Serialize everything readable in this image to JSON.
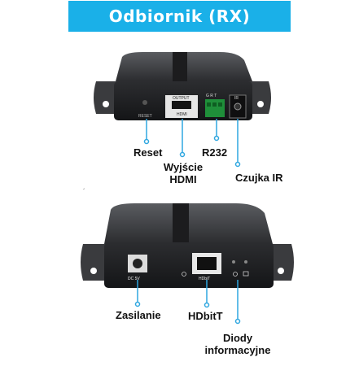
{
  "title": "Odbiornik (RX)",
  "accent_color": "#1ab0e8",
  "device_top": {
    "port_labels": {
      "reset": "RESET",
      "output": "OUTPUT",
      "hdmi": "HDMI",
      "ir": "IR",
      "grt": "G  R  T"
    },
    "callouts": {
      "reset": "Reset",
      "hdmi_out": "Wyjście HDMI",
      "rs232": "R232",
      "ir_sensor": "Czujka IR"
    }
  },
  "device_bottom": {
    "port_labels": {
      "dc": "DC 5V",
      "hdbit": "HDbiT"
    },
    "callouts": {
      "power": "Zasilanie",
      "hdbitt": "HDbitT",
      "leds": "Diody informacyjne"
    }
  }
}
